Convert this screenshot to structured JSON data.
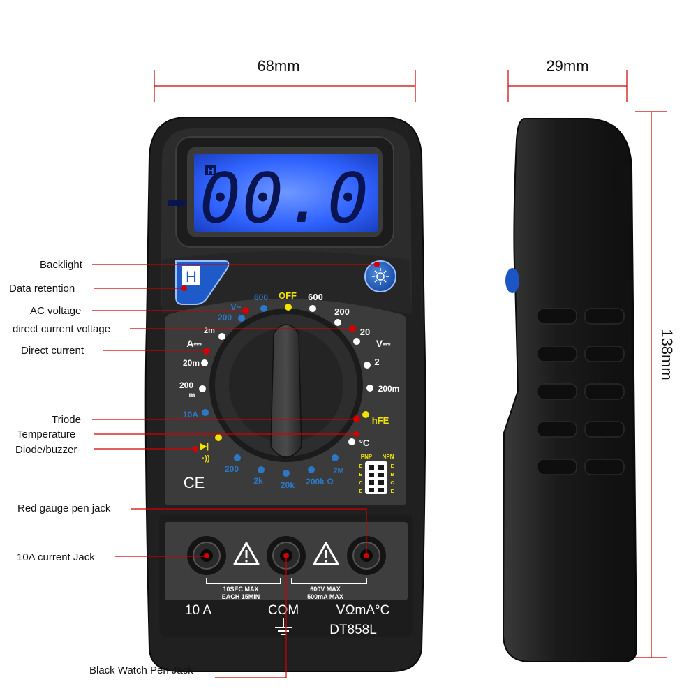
{
  "dimensions": {
    "width_label": "68mm",
    "depth_label": "29mm",
    "height_label": "138mm"
  },
  "callouts": {
    "backlight": "Backlight",
    "data_retention": "Data retention",
    "ac_voltage": "AC voltage",
    "dc_voltage": "direct current voltage",
    "direct_current": "Direct current",
    "triode": "Triode",
    "temperature": "Temperature",
    "diode_buzzer": "Diode/buzzer",
    "red_jack": "Red gauge pen jack",
    "jack_10a": "10A current Jack",
    "black_jack": "Black Watch Pen Jack"
  },
  "display": {
    "hold_indicator": "H",
    "reading": "-00.0"
  },
  "hold_button": {
    "label": "H"
  },
  "dial": {
    "off": "OFF",
    "acv_600_left": "600",
    "acv_200_left": "200",
    "acv_symbol": "V~",
    "dcv_600": "600",
    "dcv_200": "200",
    "dcv_20": "20",
    "dcv_2": "2",
    "dcv_200m": "200m",
    "dcv_symbol": "V⎓",
    "dca_symbol": "A⎓",
    "dca_2m": "2m",
    "dca_20m": "20m",
    "dca_200m_top": "200",
    "dca_200m_bottom": "m",
    "dca_10a": "10A",
    "hfe": "hFE",
    "temp": "°C",
    "diode": "▶|",
    "buzzer": "·))",
    "ohm_200": "200",
    "ohm_2k": "2k",
    "ohm_20k": "20k",
    "ohm_200k": "200k Ω",
    "ohm_2m": "2M"
  },
  "hfe_socket": {
    "pnp": "PNP",
    "npn": "NPN",
    "pins": [
      "E",
      "B",
      "C",
      "E"
    ]
  },
  "ce_mark": "CE",
  "jacks": {
    "warning_left_1": "10SEC MAX",
    "warning_left_2": "EACH 15MIN",
    "warning_right_1": "600V MAX",
    "warning_right_2": "500mA MAX",
    "label_10a": "10 A",
    "label_com": "COM",
    "label_vohm": "VΩmA°C",
    "model": "DT858L"
  },
  "colors": {
    "callout_red": "#d40000",
    "lcd_blue": "#2f62ff",
    "selector_yellow": "#f2e400",
    "selector_blue": "#2c78c8"
  }
}
